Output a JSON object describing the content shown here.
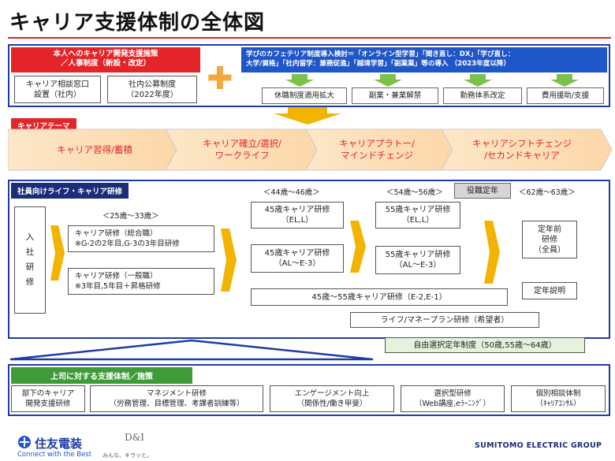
{
  "title": "キャリア支援体制の全体図",
  "top": {
    "red_banner_line1": "本人へのキャリア開発支援施策",
    "red_banner_line2": "／人事制度（新設・改定）",
    "left_boxes": [
      {
        "line1": "キャリア相談窓口",
        "line2": "設置（社内）"
      },
      {
        "line1": "社内公募制度",
        "line2": "（2022年度）"
      }
    ],
    "blue_banner_line1": "学びのカフェテリア制度導入検討＝「オンライン型学習」「聞き直し：DX」「学び直し：",
    "blue_banner_line2": "大学/資格」「社内留学：兼務促進」「越境学習」「副業業」等の導入 （2023年度以降）",
    "right_boxes": [
      "休職制度適用拡大",
      "副業・兼業解禁",
      "勤務体系改定",
      "費用援助/支援"
    ]
  },
  "theme": {
    "label": "キャリアテーマ",
    "chevrons": [
      {
        "line1": "キャリア習得/蓄積",
        "line2": ""
      },
      {
        "line1": "キャリア確立/選択/",
        "line2": "ワークライフ"
      },
      {
        "line1": "キャリアプラトー/",
        "line2": "マインドチェンジ"
      },
      {
        "line1": "キャリアシフトチェンジ",
        "line2": "/セカンドキャリア"
      }
    ]
  },
  "training": {
    "label": "社員向けライフ・キャリア研修",
    "entry": [
      "入",
      "社",
      "研",
      "修"
    ],
    "age_25_33": "＜25歳～33歳＞",
    "age_44_46": "＜44歳～46歳＞",
    "age_54_56": "＜54歳～56歳＞",
    "retire_tag": "役職定年",
    "age_62_63": "＜62歳～63歳＞",
    "career_sogo": {
      "line1": "キャリア研修（総合職）",
      "line2": "※G-2の2年目,G-3の3年目研修"
    },
    "career_ippan": {
      "line1": "キャリア研修（一般職）",
      "line2": "※3年目,5年目＋昇格研修"
    },
    "k45_el": {
      "line1": "45歳キャリア研修",
      "line2": "（EL,L）"
    },
    "k45_al": {
      "line1": "45歳キャリア研修",
      "line2": "（AL～E-3）"
    },
    "k55_el": {
      "line1": "55歳キャリア研修",
      "line2": "（EL,L）"
    },
    "k55_al": {
      "line1": "55歳キャリア研修",
      "line2": "（AL～E-3）"
    },
    "k45_55": "45歳～55歳キャリア研修（E-2,E-1）",
    "teinen_mae": {
      "line1": "定年前",
      "line2": "研修",
      "line3": "（全員）"
    },
    "teinen_setsumei": "定年説明",
    "life_money": "ライフ/マネープラン研修（希望者）",
    "jiyu_teinen": "自由選択定年制度（50歳,55歳～64歳）"
  },
  "boss": {
    "label": "上司に対する支援体制／施策",
    "items": [
      {
        "line1": "部下のキャリア",
        "line2": "開発支援研修"
      },
      {
        "line1": "マネジメント研修",
        "line2": "（労務管理、目標管理、考課者訓練等）"
      },
      {
        "line1": "エンゲージメント向上",
        "line2": "（関係性/働き甲斐）"
      },
      {
        "line1": "選択型研修",
        "line2": "（Web講座,eﾗｰﾆﾝｸﾞ）"
      },
      {
        "line1": "個別相談体制",
        "line2": "（ｷｬﾘｱｺﾝｻﾙ）"
      }
    ]
  },
  "footer": {
    "company": "住友電装",
    "slogan": "Connect with the Best",
    "dni": "D&I",
    "dni_sub": "みんな、キラッと。",
    "group": "SUMITOMO ELECTRIC GROUP"
  },
  "colors": {
    "accent_red": "#e3252a",
    "frame_blue": "#1f3ca6",
    "arrow_orange": "#f2b400",
    "green": "#7bc14a"
  }
}
